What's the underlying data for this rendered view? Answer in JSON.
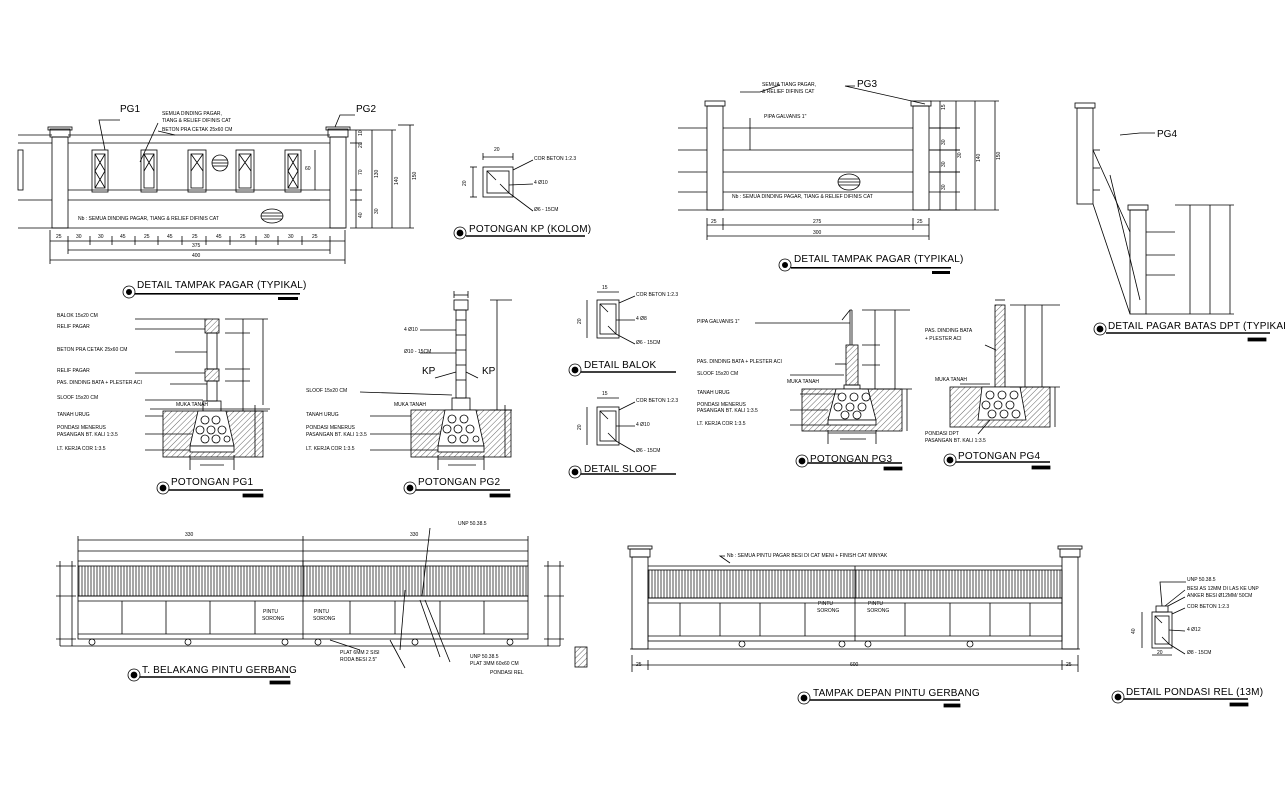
{
  "titles": {
    "tampak_pagar_left": "DETAIL TAMPAK PAGAR (TYPIKAL)",
    "potongan_kp": "POTONGAN KP (KOLOM)",
    "tampak_pagar_right": "DETAIL TAMPAK PAGAR (TYPIKAL)",
    "pagar_batas": "DETAIL PAGAR BATAS DPT (TYPIKAL)",
    "potongan_pg1": "POTONGAN PG1",
    "potongan_pg2": "POTONGAN PG2",
    "detail_balok": "DETAIL BALOK",
    "detail_sloof": "DETAIL SLOOF",
    "potongan_pg3": "POTONGAN PG3",
    "potongan_pg4": "POTONGAN PG4",
    "belakang_gerbang": "T. BELAKANG PINTU GERBANG",
    "depan_gerbang": "TAMPAK DEPAN PINTU GERBANG",
    "pondasi_rel": "DETAIL PONDASI REL (13M)"
  },
  "tags": {
    "pg1": "PG1",
    "pg2": "PG2",
    "pg3": "PG3",
    "pg4": "PG4",
    "kp": "KP"
  },
  "notes": {
    "semua_dinding": "SEMUA DINDING PAGAR,",
    "tiang_relief": "TIANG & RELIEF DIFINIS CAT",
    "beton_pra": "BETON PRA CETAK 25x60 CM",
    "nb_dinding": "Nb : SEMUA DINDING PAGAR, TIANG & RELIEF DIFINIS CAT",
    "semua_tiang": "SEMUA TIANG PAGAR,",
    "relief_difinis": "& RELIEF DIFINIS CAT",
    "pipa_galvanis": "PIPA GALVANIS 1\"",
    "nb_gerbang": "Nb : SEMUA PINTU PAGAR BESI DI CAT MENI + FINISH CAT MINYAK"
  },
  "kp": {
    "dim_w": "20",
    "dim_h": "20",
    "cor": "COR BETON 1:2.3",
    "bar": "4 Ø10",
    "stirrup": "Ø6 - 15CM"
  },
  "balok": {
    "dim_w": "15",
    "dim_h": "20",
    "cor": "COR BETON 1:2.3",
    "bar": "4 Ø8",
    "stirrup": "Ø6 - 15CM"
  },
  "sloof": {
    "dim_w": "15",
    "dim_h": "20",
    "cor": "COR BETON 1:2.3",
    "bar": "4 Ø10",
    "stirrup": "Ø6 - 15CM"
  },
  "pg1_labels": [
    "BALOK 15x20 CM",
    "RELIF PAGAR",
    "BETON PRA CETAK 25x60 CM",
    "RELIF PAGAR",
    "PAS. DINDING BATA + PLESTER ACI",
    "SLOOF 15x20 CM",
    "MUKA TANAH",
    "TANAH URUG",
    "PONDASI MENERUS",
    "PASANGAN BT. KALI 1:3.5",
    "LT. KERJA COR 1:3.5"
  ],
  "pg2_labels": [
    "4 Ø10",
    "Ø10 - 15CM",
    "SLOOF 15x20 CM",
    "MUKA TANAH",
    "TANAH URUG",
    "PONDASI MENERUS",
    "PASANGAN BT. KALI 1:3.5",
    "LT. KERJA COR 1:3.5"
  ],
  "pg3_labels": [
    "PIPA GALVANIS 1\"",
    "PAS. DINDING BATA + PLESTER ACI",
    "SLOOF 15x20 CM",
    "MUKA TANAH",
    "TANAH URUG",
    "PONDASI MENERUS",
    "PASANGAN BT. KALI 1:3.5",
    "LT. KERJA COR 1:3.5"
  ],
  "pg4_labels": [
    "PAS. DINDING BATA",
    "+ PLESTER ACI",
    "MUKA TANAH",
    "PONDASI DPT",
    "PASANGAN BT. KALI 1:3.5"
  ],
  "gate": {
    "pintu": "PINTU",
    "sorong": "SORONG",
    "unp_top": "UNP 50.38.5",
    "plat_sisi": "PLAT 6MM 2 SISI",
    "roda": "RODA BESI 2.5\"",
    "unp_bot": "UNP 50.38.5",
    "plat_3mm": "PLAT 3MM 60x60 CM",
    "pondasi_rel": "PONDASI REL",
    "dim_330a": "330",
    "dim_330b": "330",
    "dim_600": "600",
    "dim_25": "25"
  },
  "rel": {
    "unp": "UNP 50.38.5",
    "besi_as": "BESI AS 12MM DI LAS KE UNP",
    "anker": "ANKER BESI Ø12MM/ 50CM",
    "cor": "COR BETON 1:2.3",
    "bar": "4 Ø12",
    "stirrup": "Ø8 - 15CM",
    "dim_w": "20",
    "dim_h": "40"
  },
  "dims": {
    "left_bottom": [
      "25",
      "30",
      "30",
      "45",
      "25",
      "45",
      "25",
      "45",
      "25",
      "30",
      "30",
      "25"
    ],
    "left_total_inner": "375",
    "left_total": "400",
    "left_right": [
      "10",
      "20",
      "70",
      "40",
      "30",
      "130",
      "140",
      "150"
    ],
    "left_mid": "60",
    "right_bottom": [
      "25",
      "275",
      "25"
    ],
    "right_total": "300",
    "right_vert": [
      "15",
      "30",
      "30",
      "30",
      "30",
      "140",
      "150"
    ]
  }
}
